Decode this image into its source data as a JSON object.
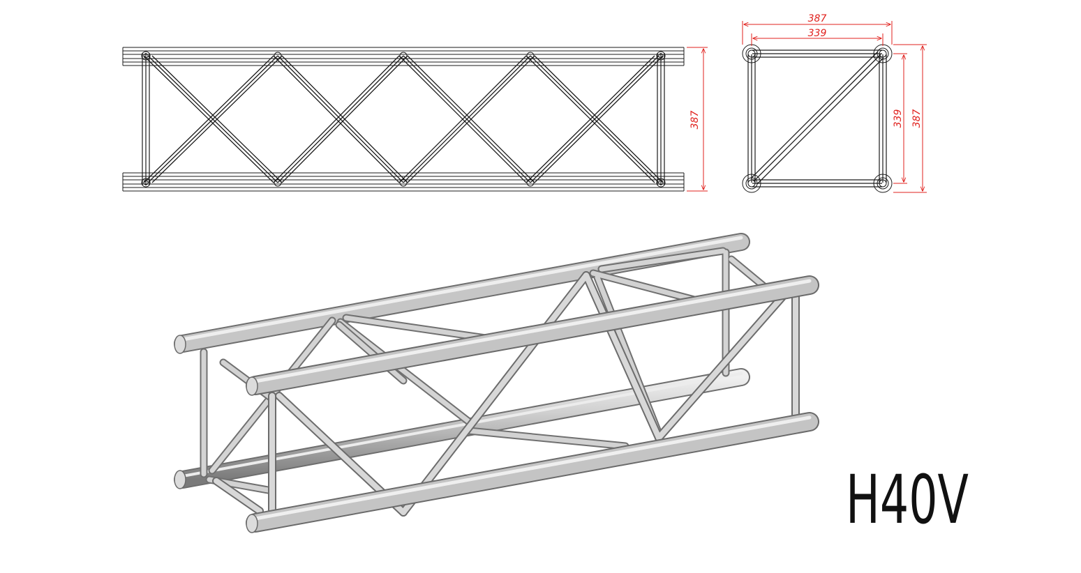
{
  "model_name": "H40V",
  "colors": {
    "background": "#ffffff",
    "line": "#1a1a1a",
    "dimension": "#e0201c",
    "tube_light": "#e2e2e2",
    "tube_mid": "#a8a8a8",
    "tube_dark": "#6e6e6e"
  },
  "side_view": {
    "height_dimension": "387"
  },
  "end_view": {
    "outer_width": "387",
    "inner_width": "339",
    "inner_height": "339",
    "outer_height": "387"
  }
}
